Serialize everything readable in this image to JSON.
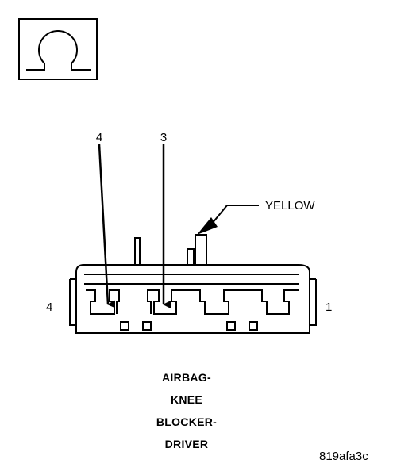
{
  "symbol": {
    "icon": "ohm-resistance-icon"
  },
  "connector": {
    "pin_labels_top": [
      "4",
      "3"
    ],
    "side_label_left": "4",
    "side_label_right": "1",
    "wire_color": "YELLOW"
  },
  "title_lines": [
    "AIRBAG-",
    "KNEE",
    "BLOCKER-",
    "DRIVER"
  ],
  "figure_code": "819afa3c"
}
